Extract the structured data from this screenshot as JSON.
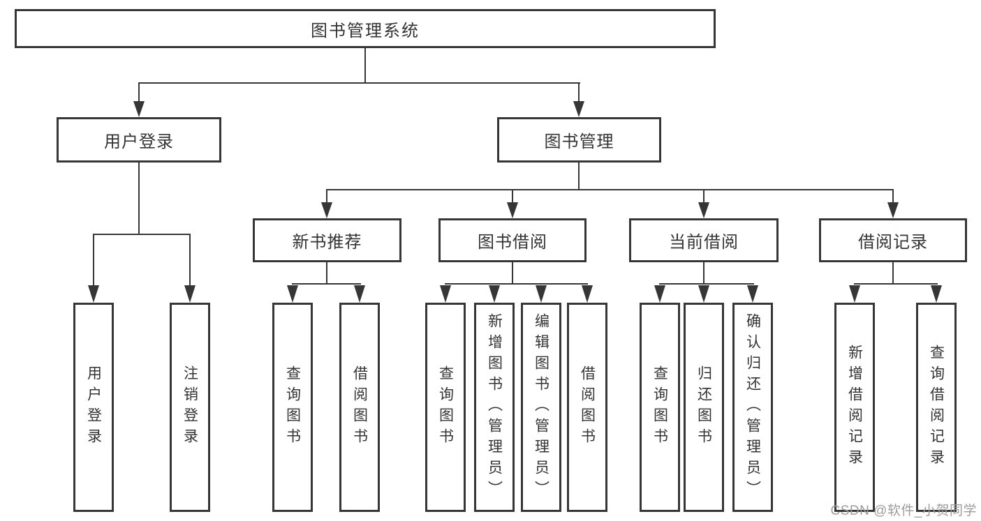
{
  "diagram": {
    "title": "图书管理系统",
    "level2": [
      "用户登录",
      "图书管理"
    ],
    "level3": [
      "新书推荐",
      "图书借阅",
      "当前借阅",
      "借阅记录"
    ],
    "leaves": [
      "用户登录",
      "注销登录",
      "查询图书",
      "借阅图书",
      "查询图书",
      "新增图书（管理员）",
      "编辑图书（管理员）",
      "借阅图书",
      "查询图书",
      "归还图书",
      "确认归还（管理员）",
      "新增借阅记录",
      "查询借阅记录"
    ],
    "hierarchy": {
      "图书管理系统": [
        "用户登录",
        "图书管理"
      ],
      "用户登录": [
        "用户登录",
        "注销登录"
      ],
      "图书管理": [
        "新书推荐",
        "图书借阅",
        "当前借阅",
        "借阅记录"
      ],
      "新书推荐": [
        "查询图书",
        "借阅图书"
      ],
      "图书借阅": [
        "查询图书",
        "新增图书（管理员）",
        "编辑图书（管理员）",
        "借阅图书"
      ],
      "当前借阅": [
        "查询图书",
        "归还图书",
        "确认归还（管理员）"
      ],
      "借阅记录": [
        "新增借阅记录",
        "查询借阅记录"
      ]
    }
  },
  "watermark": "CSDN @软件_小贺同学",
  "colors": {
    "line": "#363636",
    "text": "#333333",
    "watermark": "#9c9c9c",
    "background": "#ffffff"
  }
}
